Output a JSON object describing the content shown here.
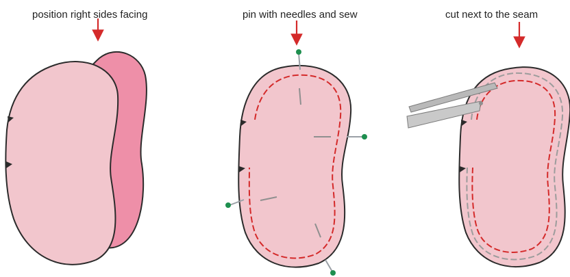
{
  "steps": [
    {
      "caption": "position right sides facing"
    },
    {
      "caption": "pin with needles and sew"
    },
    {
      "caption": "cut next to the seam"
    }
  ],
  "colors": {
    "fabric_front": "#f2c6cd",
    "fabric_back": "#ee8fa8",
    "outline": "#2b2b2b",
    "arrow": "#d42a2a",
    "seam": "#d42a2a",
    "trim_line": "#9c9c9c",
    "pin_head": "#1e8f4f",
    "pin_shaft": "#9aa0a6",
    "scissors": "#b9b9b9"
  }
}
